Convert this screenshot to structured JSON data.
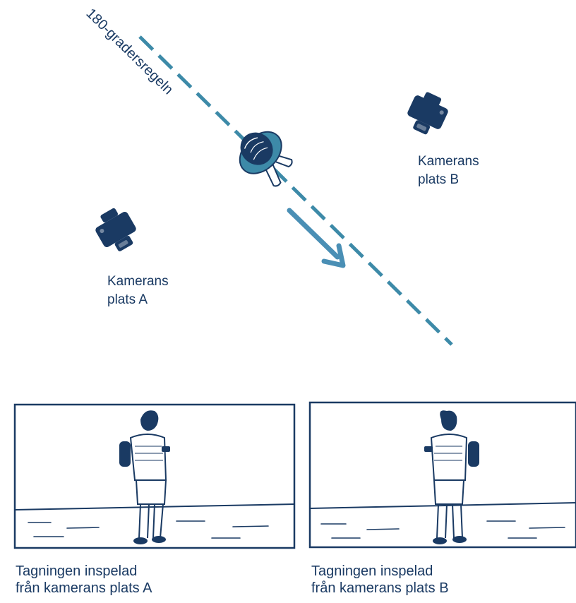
{
  "diagram": {
    "rule_label": "180-gradersregeln",
    "camera_a": {
      "label": "Kamerans\nplats A",
      "icon": "camera-icon"
    },
    "camera_b": {
      "label": "Kamerans\nplats B",
      "icon": "camera-icon"
    },
    "subject_icon": "person-top-view-icon",
    "direction_icon": "direction-arrow-icon"
  },
  "frames": [
    {
      "caption": "Tagningen inspelad\nfrån kamerans plats A",
      "icon": "person-with-phone-icon"
    },
    {
      "caption": "Tagningen inspelad\nfrån kamerans plats B",
      "icon": "person-with-phone-icon"
    }
  ],
  "colors": {
    "ink": "#1a3a63",
    "line": "#3d8aa8",
    "arrow": "#4a8fb5",
    "accent": "#2f78a3"
  }
}
